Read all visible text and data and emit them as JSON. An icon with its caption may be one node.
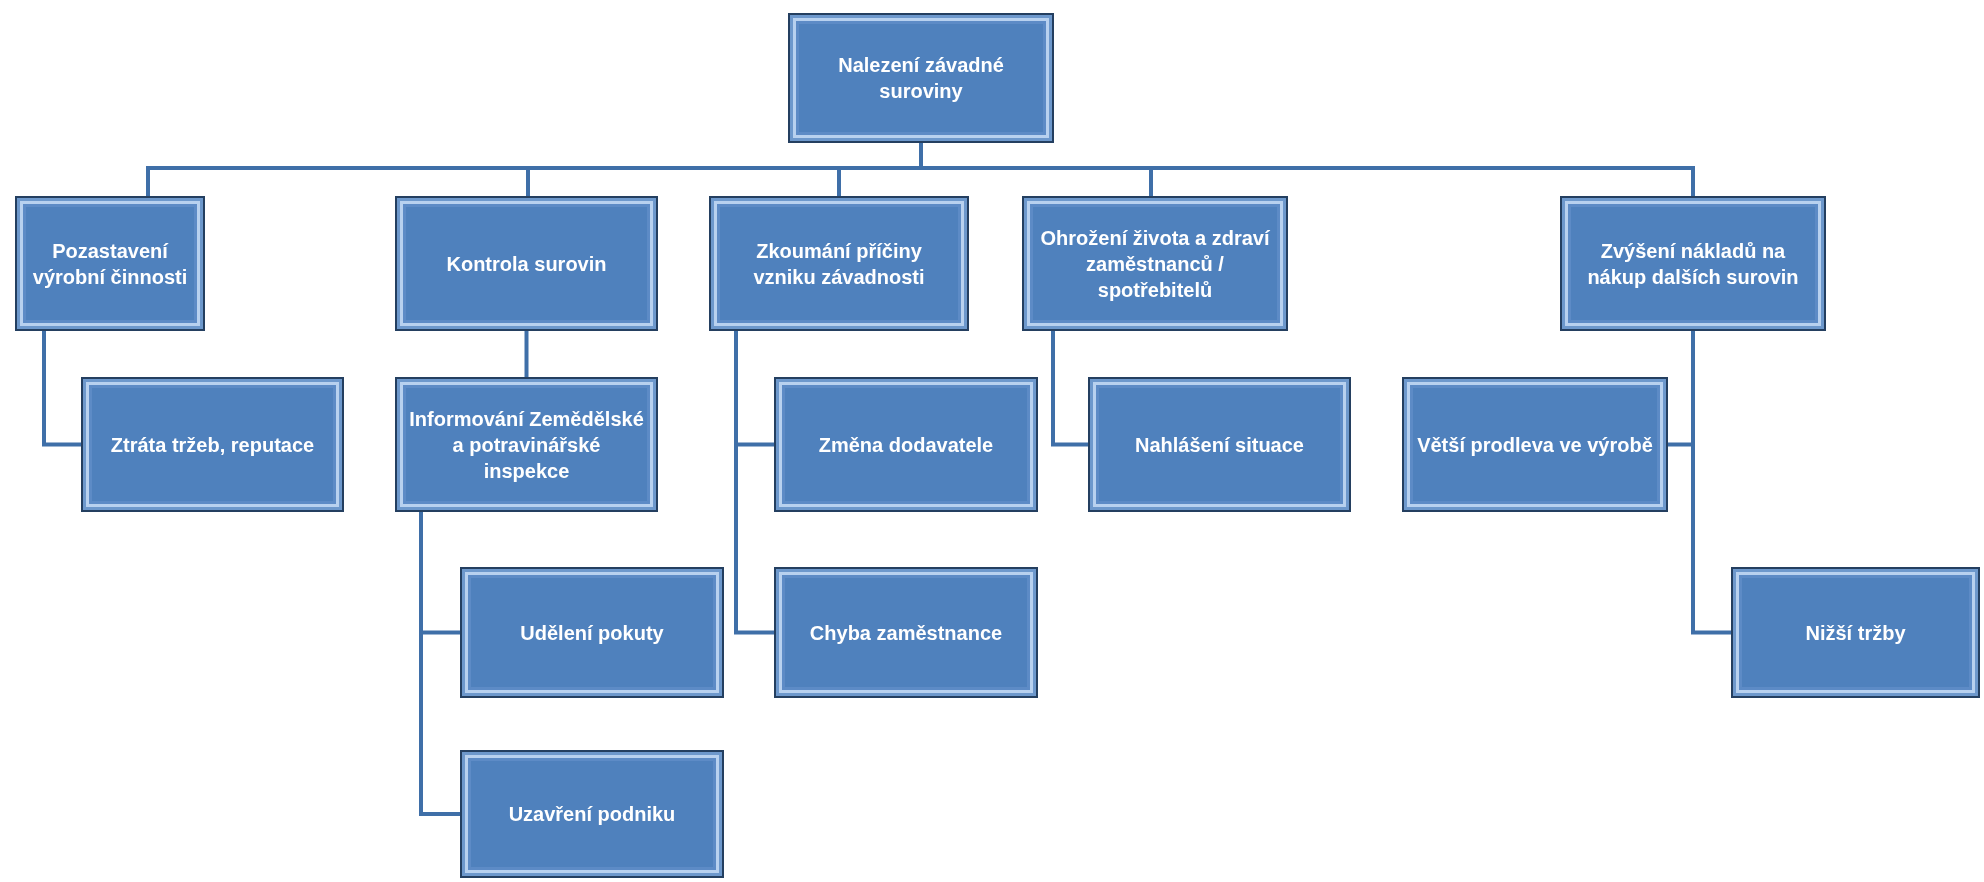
{
  "diagram": {
    "nodes": [
      {
        "text": [
          "Nalezení závadné suroviny"
        ]
      },
      {
        "text": [
          "Pozastavení výrobní činnosti"
        ]
      },
      {
        "text": [
          "Kontrola surovin"
        ]
      },
      {
        "text": [
          "Zkoumání příčiny vzniku závadnosti"
        ]
      },
      {
        "text": [
          "Ohrožení života a zdraví zaměstnanců / spotřebitelů"
        ]
      },
      {
        "text": [
          "Zvýšení nákladů na nákup dalších surovin"
        ]
      },
      {
        "text": [
          "Ztráta tržeb, reputace"
        ]
      },
      {
        "text": [
          "Informování Zemědělské a potravinářské inspekce"
        ]
      },
      {
        "text": [
          "Udělení pokuty"
        ]
      },
      {
        "text": [
          "Uzavření podniku"
        ]
      },
      {
        "text": [
          "Změna dodavatele"
        ]
      },
      {
        "text": [
          "Chyba zaměstnance"
        ]
      },
      {
        "text": [
          "Nahlášení situace"
        ]
      },
      {
        "text": [
          "Větší prodleva ve výrobě"
        ]
      },
      {
        "text": [
          "Nižší tržby"
        ]
      }
    ],
    "edges": [
      {
        "from": 0,
        "to": 1,
        "arrow": "none"
      },
      {
        "from": 0,
        "to": 2,
        "arrow": "none"
      },
      {
        "from": 0,
        "to": 3,
        "arrow": "none"
      },
      {
        "from": 0,
        "to": 4,
        "arrow": "none"
      },
      {
        "from": 0,
        "to": 5,
        "arrow": "none"
      },
      {
        "from": 1,
        "to": 6,
        "arrow": "none"
      },
      {
        "from": 2,
        "to": 7,
        "arrow": "none"
      },
      {
        "from": 7,
        "to": 8,
        "arrow": "none"
      },
      {
        "from": 7,
        "to": 9,
        "arrow": "none"
      },
      {
        "from": 3,
        "to": 10,
        "arrow": "none"
      },
      {
        "from": 3,
        "to": 11,
        "arrow": "none"
      },
      {
        "from": 4,
        "to": 12,
        "arrow": "none"
      },
      {
        "from": 5,
        "to": 13,
        "arrow": "none"
      },
      {
        "from": 5,
        "to": 14,
        "arrow": "none"
      }
    ]
  }
}
